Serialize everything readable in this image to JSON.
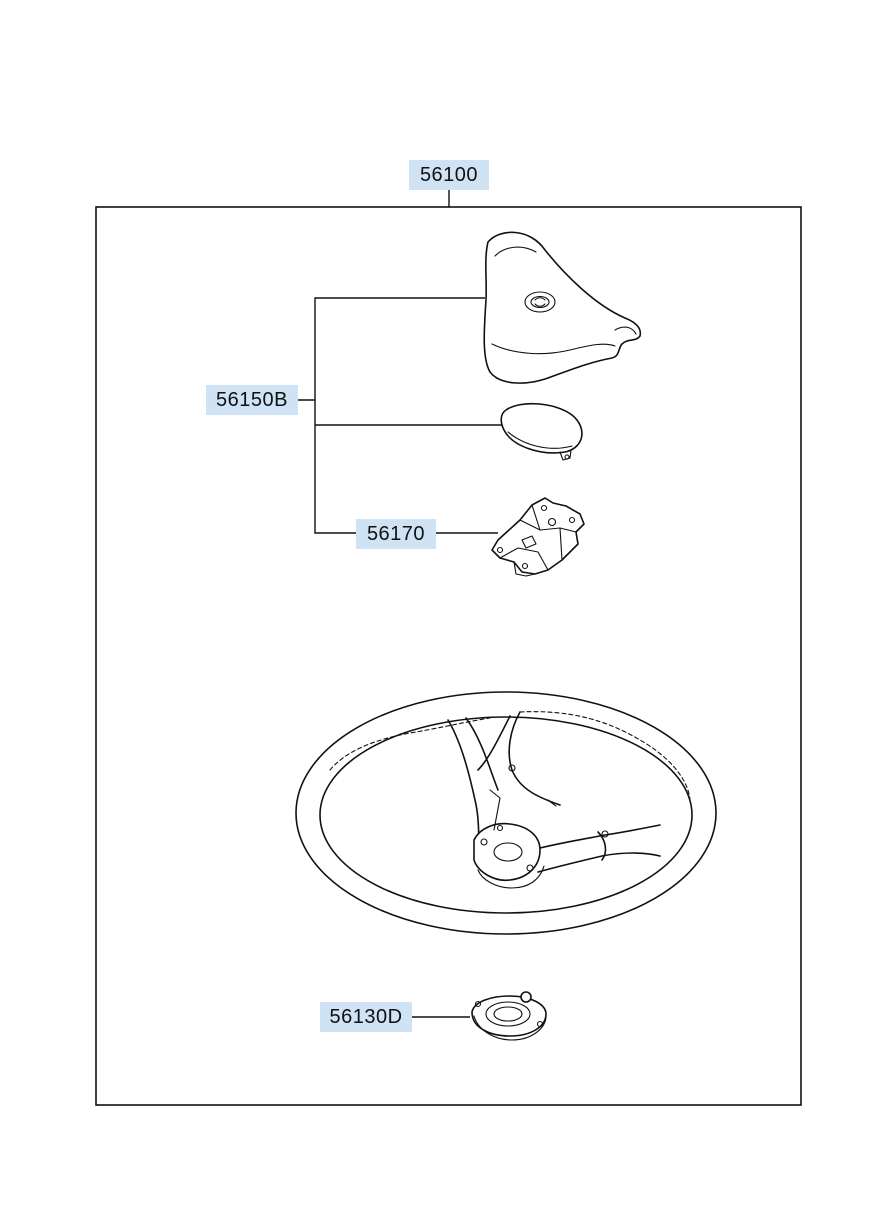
{
  "parts": {
    "assembly": {
      "number": "56100"
    },
    "horn_pad": {
      "number": "56150B"
    },
    "bracket": {
      "number": "56170"
    },
    "clock_spring": {
      "number": "56130D"
    }
  }
}
